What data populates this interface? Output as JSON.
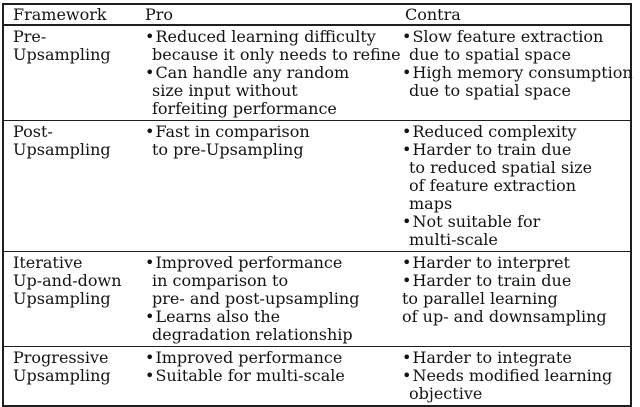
{
  "colors": {
    "background": "#ffffff",
    "border": "#1f1f1f",
    "text": "#131313"
  },
  "table": {
    "bullet_glyph": "•",
    "headers": {
      "framework": "Framework",
      "pro": "Pro",
      "contra": "Contra"
    },
    "rows": [
      {
        "framework": [
          "Pre-",
          "Upsampling"
        ],
        "pro": [
          {
            "style": "bullet",
            "text": "Reduced learning difficulty"
          },
          {
            "style": "indent",
            "text": "because it only needs to refine"
          },
          {
            "style": "bullet",
            "text": "Can handle any random"
          },
          {
            "style": "indent",
            "text": "size input without"
          },
          {
            "style": "indent",
            "text": "forfeiting performance"
          }
        ],
        "contra": [
          {
            "style": "bullet",
            "text": "Slow feature extraction"
          },
          {
            "style": "indent",
            "text": "due to spatial space"
          },
          {
            "style": "bullet",
            "text": "High memory consumption"
          },
          {
            "style": "indent",
            "text": "due to spatial space"
          }
        ]
      },
      {
        "framework": [
          "Post-",
          "Upsampling"
        ],
        "pro": [
          {
            "style": "bullet",
            "text": "Fast in comparison"
          },
          {
            "style": "indent",
            "text": "to pre-Upsampling"
          }
        ],
        "contra": [
          {
            "style": "bullet",
            "text": "Reduced complexity"
          },
          {
            "style": "bullet",
            "text": "Harder to train due"
          },
          {
            "style": "indent",
            "text": "to reduced spatial size"
          },
          {
            "style": "indent",
            "text": "of feature extraction"
          },
          {
            "style": "indent",
            "text": "maps"
          },
          {
            "style": "bullet",
            "text": "Not suitable for"
          },
          {
            "style": "indent",
            "text": "multi-scale"
          }
        ]
      },
      {
        "framework": [
          "Iterative",
          "Up-and-down",
          "Upsampling"
        ],
        "pro": [
          {
            "style": "bullet",
            "text": "Improved performance"
          },
          {
            "style": "indent",
            "text": "in comparison to"
          },
          {
            "style": "indent",
            "text": "pre- and post-upsampling"
          },
          {
            "style": "bullet",
            "text": "Learns also the"
          },
          {
            "style": "indent",
            "text": "degradation relationship"
          }
        ],
        "contra": [
          {
            "style": "bullet",
            "text": "Harder to interpret"
          },
          {
            "style": "bullet",
            "text": "Harder to train due"
          },
          {
            "style": "flush",
            "text": "to parallel learning"
          },
          {
            "style": "flush",
            "text": "of up- and downsampling"
          }
        ]
      },
      {
        "framework": [
          "Progressive",
          "Upsampling"
        ],
        "pro": [
          {
            "style": "bullet",
            "text": "Improved performance"
          },
          {
            "style": "bullet",
            "text": "Suitable for multi-scale"
          }
        ],
        "contra": [
          {
            "style": "bullet",
            "text": "Harder to integrate"
          },
          {
            "style": "bullet",
            "text": "Needs modified learning"
          },
          {
            "style": "indent",
            "text": "objective"
          }
        ]
      }
    ]
  }
}
